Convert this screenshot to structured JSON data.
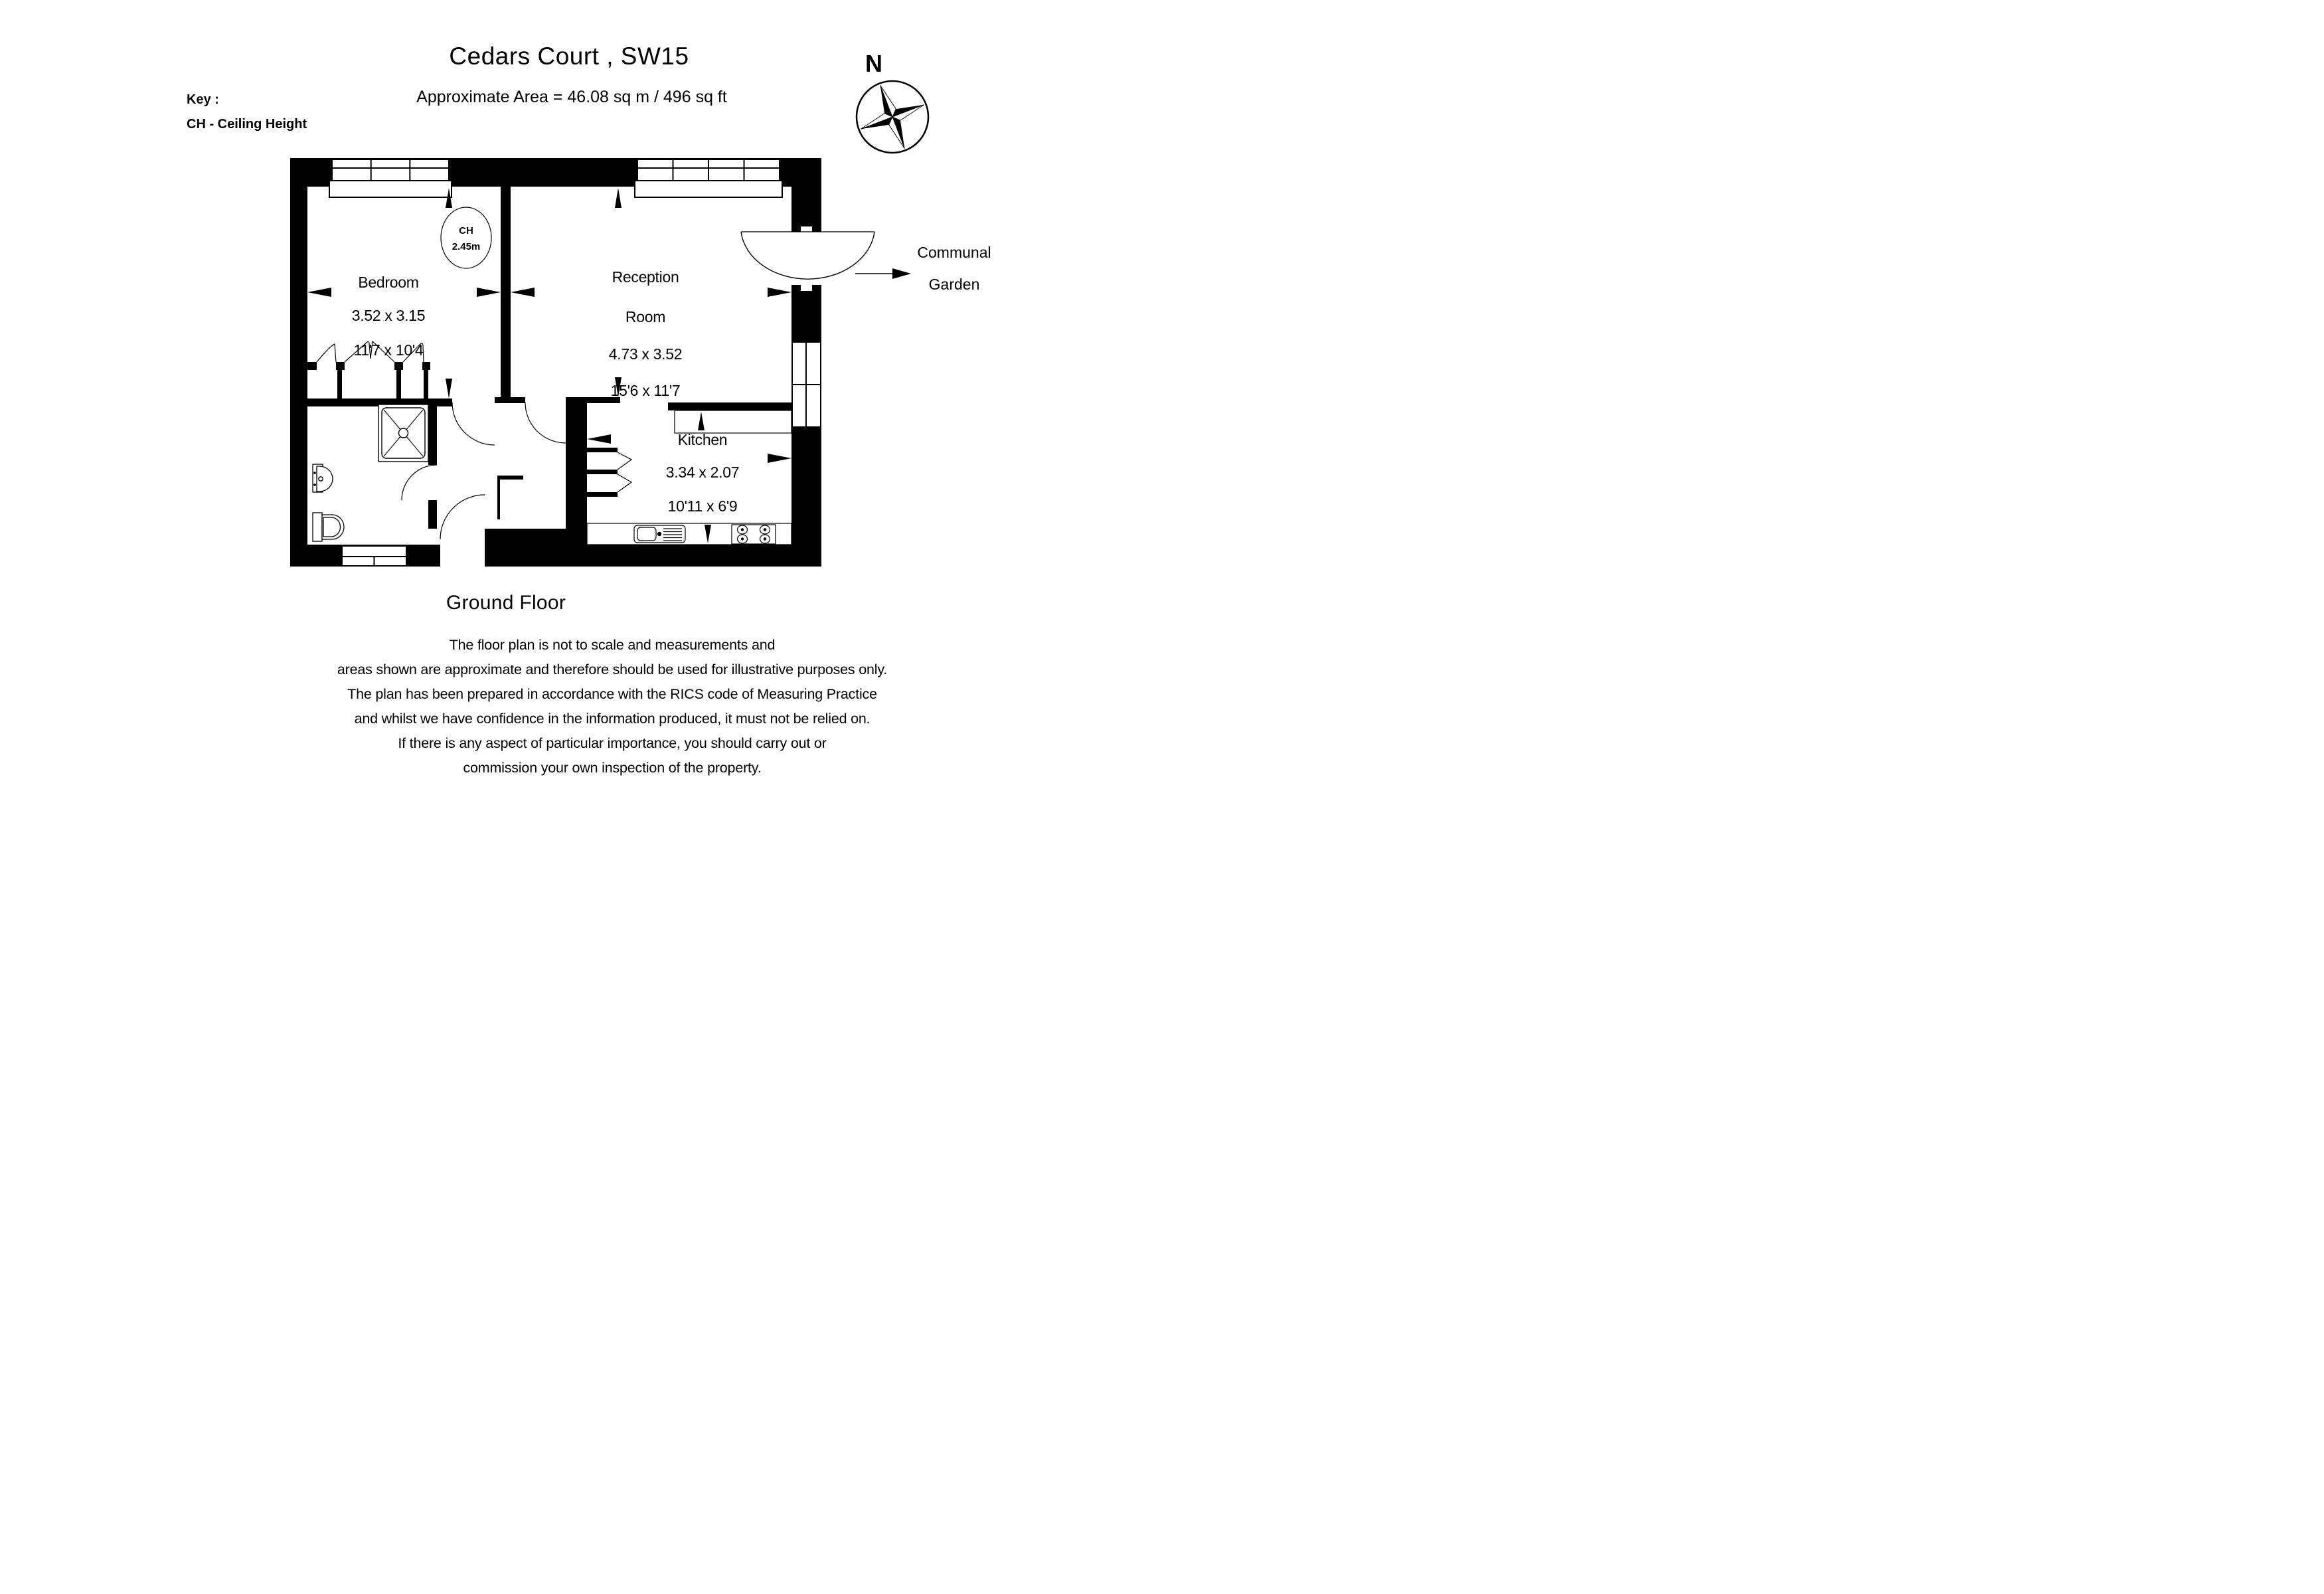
{
  "title": "Cedars Court , SW15",
  "area_line": "Approximate Area =  46.08 sq m / 496 sq ft",
  "key": {
    "label": "Key :",
    "ch_line": "CH - Ceiling Height"
  },
  "compass": {
    "label": "N"
  },
  "ceiling_badge": {
    "line1": "CH",
    "line2": "2.45m"
  },
  "rooms": {
    "bedroom": {
      "name": "Bedroom",
      "dim_m": "3.52 x 3.15",
      "dim_ft": "11'7 x 10'4"
    },
    "reception": {
      "name_line1": "Reception",
      "name_line2": "Room",
      "dim_m": "4.73 x 3.52",
      "dim_ft": "15'6 x 11'7"
    },
    "kitchen": {
      "name": "Kitchen",
      "dim_m": "3.34 x 2.07",
      "dim_ft": "10'11 x 6'9"
    }
  },
  "annotations": {
    "communal_line1": "Communal",
    "communal_line2": "Garden"
  },
  "floor_label": "Ground Floor",
  "disclaimer": [
    "The floor plan is not to scale and measurements and",
    "areas shown are approximate and therefore should be used for illustrative purposes only.",
    "The plan has been prepared in accordance with the RICS code of Measuring Practice",
    "and whilst we have confidence in the information produced, it must not be relied on.",
    "If there is any aspect of particular importance, you should carry out or",
    "commission your own inspection of the property."
  ],
  "colors": {
    "ink": "#000000",
    "paper": "#ffffff"
  }
}
